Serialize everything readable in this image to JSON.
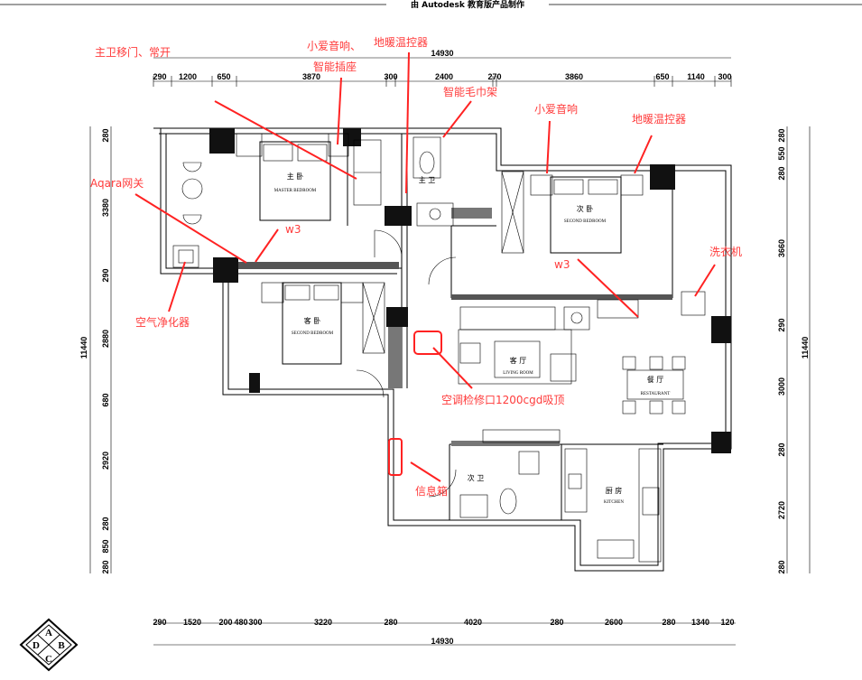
{
  "header": "由 Autodesk 教育版产品制作",
  "top_total": "14930",
  "bottom_total": "14930",
  "top_dims": [
    "290",
    "1200",
    "650",
    "3870",
    "300",
    "2400",
    "270",
    "3860",
    "650",
    "1140",
    "300"
  ],
  "bottom_dims": [
    "290",
    "1520",
    "200",
    "480",
    "300",
    "3220",
    "280",
    "4020",
    "280",
    "2600",
    "280",
    "1340",
    "120"
  ],
  "left_total": "11440",
  "right_total": "11440",
  "left_dims": [
    "280",
    "3380",
    "290",
    "2880",
    "680",
    "2920",
    "280",
    "850",
    "280"
  ],
  "right_dims": [
    "280",
    "550",
    "280",
    "3660",
    "290",
    "3000",
    "280",
    "2720",
    "280"
  ],
  "rooms": {
    "master": {
      "cn": "主 卧",
      "en": "MASTER BEDROOM"
    },
    "master_bath": {
      "cn": "主 卫"
    },
    "second": {
      "cn": "次 卧",
      "en": "SECOND BEDROOM"
    },
    "guest": {
      "cn": "客 卧",
      "en": "SECOND BEDROOM"
    },
    "living": {
      "cn": "客 厅",
      "en": "LIVING ROOM"
    },
    "dining": {
      "cn": "餐 厅",
      "en": "RESTAURANT"
    },
    "second_bath": {
      "cn": "次 卫"
    },
    "kitchen": {
      "cn": "厨 房",
      "en": "KITCHEN"
    }
  },
  "annotations": {
    "door": "主卫移门、常开",
    "speaker_socket_1": "小爱音响、",
    "speaker_socket_2": "智能插座",
    "floor_heat_1": "地暖温控器",
    "towel": "智能毛巾架",
    "speaker": "小爱音响",
    "floor_heat_2": "地暖温控器",
    "gateway": "Aqara网关",
    "w3_left": "w3",
    "w3_right": "w3",
    "washer": "洗衣机",
    "purifier": "空气净化器",
    "ac": "空调检修口1200cgd吸顶",
    "infobox": "信息箱"
  },
  "logo": {
    "a": "A",
    "b": "B",
    "c": "C",
    "d": "D"
  },
  "colors": {
    "annotation": "#ff3b3b",
    "arrow": "#ff2222"
  }
}
